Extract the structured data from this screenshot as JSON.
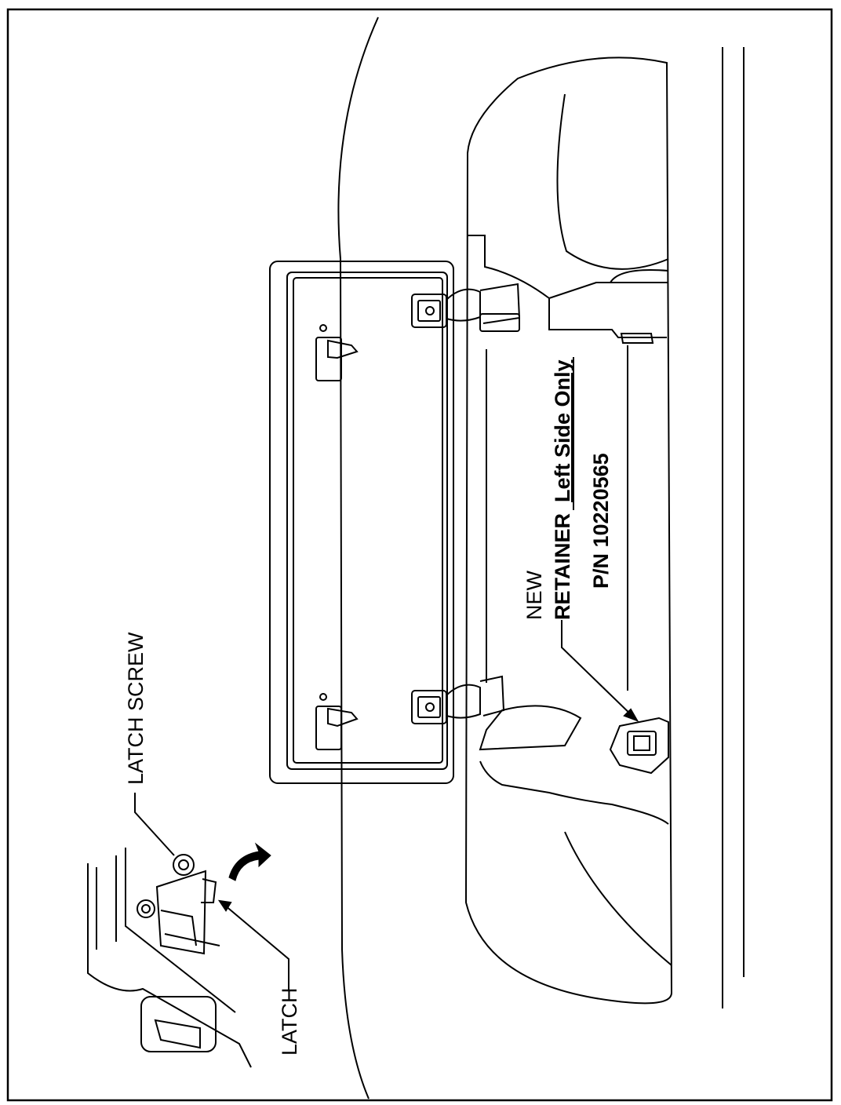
{
  "figure": {
    "rotation_deg": -90,
    "stroke_color": "#000000",
    "background_color": "#ffffff"
  },
  "labels": {
    "latch_screw": "LATCH  SCREW",
    "latch": "LATCH",
    "new": "NEW",
    "retainer": "RETAINER",
    "retainer_note": "Left Side Only",
    "part_number": "P/N 10220565"
  },
  "icons": {
    "rotation_arrow": "curved-arrow-icon",
    "screw": "screw-icon"
  }
}
